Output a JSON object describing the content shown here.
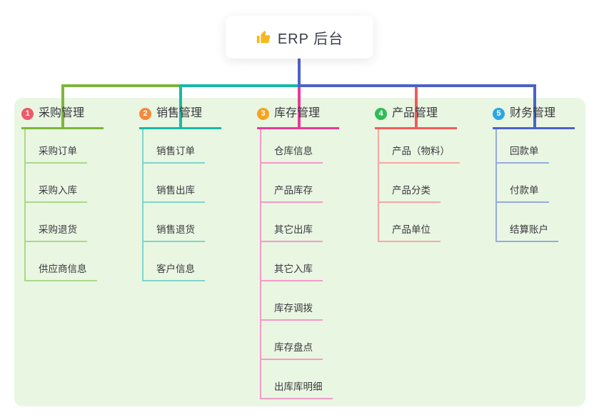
{
  "root": {
    "label": "ERP 后台",
    "icon": "thumbs-up-icon",
    "icon_color": "#f5b91e",
    "line_color": "#4a63c8"
  },
  "panel": {
    "background": "#e9f6e2"
  },
  "text_color": "#3a3a40",
  "branches": [
    {
      "badge": "1",
      "label": "采购管理",
      "badge_color": "#ee5a68",
      "line_color": "#7db63c",
      "light_color": "#abd88b",
      "children": [
        "采购订单",
        "采购入库",
        "采购退货",
        "供应商信息"
      ]
    },
    {
      "badge": "2",
      "label": "销售管理",
      "badge_color": "#f6893c",
      "line_color": "#18b9a7",
      "light_color": "#7ed5c9",
      "children": [
        "销售订单",
        "销售出库",
        "销售退货",
        "客户信息"
      ]
    },
    {
      "badge": "3",
      "label": "库存管理",
      "badge_color": "#f5a41f",
      "line_color": "#e53a97",
      "light_color": "#f49ac8",
      "children": [
        "仓库信息",
        "产品库存",
        "其它出库",
        "其它入库",
        "库存调拨",
        "库存盘点",
        "出库库明细"
      ]
    },
    {
      "badge": "4",
      "label": "产品管理",
      "badge_color": "#2ebd55",
      "line_color": "#f15b5b",
      "light_color": "#f6a8a4",
      "children": [
        "产品（物料）",
        "产品分类",
        "产品单位"
      ]
    },
    {
      "badge": "5",
      "label": "财务管理",
      "badge_color": "#29a7e1",
      "line_color": "#4a63c8",
      "light_color": "#97aade",
      "children": [
        "回款单",
        "付款单",
        "结算账户"
      ]
    }
  ]
}
